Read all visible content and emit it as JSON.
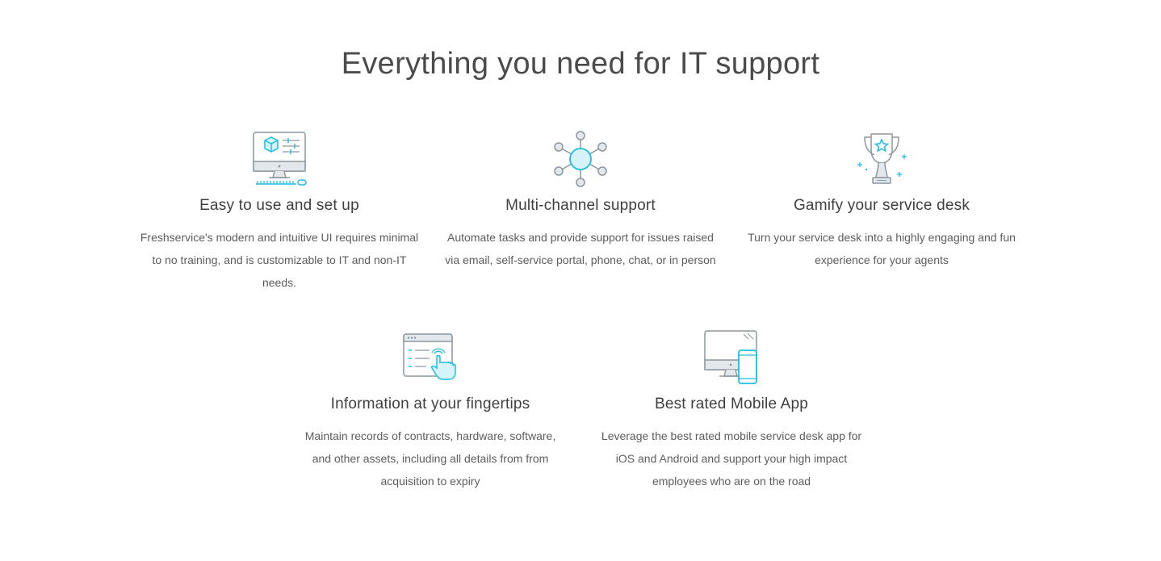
{
  "section": {
    "title": "Everything you need for IT support"
  },
  "features": [
    {
      "icon": "monitor-settings-icon",
      "title": "Easy to use and set up",
      "description": "Freshservice's modern and intuitive UI requires minimal to no training, and is customizable to IT and non-IT needs."
    },
    {
      "icon": "network-hub-icon",
      "title": "Multi-channel support",
      "description": "Automate tasks and provide support for issues raised via email, self-service portal, phone, chat, or in person"
    },
    {
      "icon": "trophy-icon",
      "title": "Gamify your service desk",
      "description": "Turn your service desk into a highly engaging and fun experience for your agents"
    },
    {
      "icon": "browser-click-icon",
      "title": "Information at your fingertips",
      "description": "Maintain records of contracts, hardware, software, and other assets, including all details from from acquisition to expiry"
    },
    {
      "icon": "desktop-mobile-icon",
      "title": "Best rated Mobile App",
      "description": "Leverage the best rated mobile service desk app for iOS and Android and support your high impact employees who are on the road"
    }
  ],
  "colors": {
    "accent": "#1ebde6",
    "icon_gray": "#8c97a0",
    "icon_fill": "#e3e8ec",
    "text": "#4a4a4a"
  }
}
